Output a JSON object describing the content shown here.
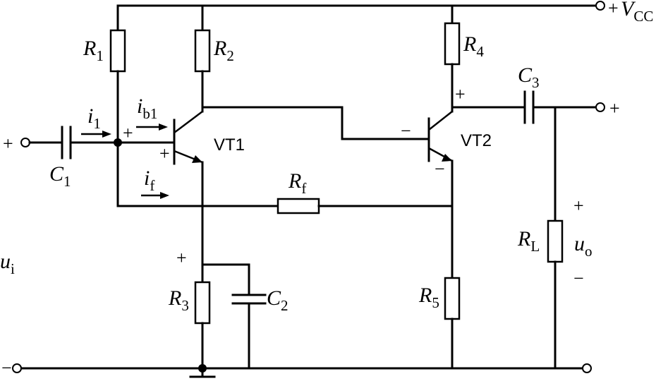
{
  "supply": {
    "sign": "+",
    "symbol": "V",
    "subscript": "CC"
  },
  "resistors": {
    "r1": {
      "symbol": "R",
      "subscript": "1"
    },
    "r2": {
      "symbol": "R",
      "subscript": "2"
    },
    "r3": {
      "symbol": "R",
      "subscript": "3"
    },
    "r4": {
      "symbol": "R",
      "subscript": "4"
    },
    "r5": {
      "symbol": "R",
      "subscript": "5"
    },
    "rf": {
      "symbol": "R",
      "subscript": "f"
    },
    "rl": {
      "symbol": "R",
      "subscript": "L"
    }
  },
  "capacitors": {
    "c1": {
      "symbol": "C",
      "subscript": "1"
    },
    "c2": {
      "symbol": "C",
      "subscript": "2"
    },
    "c3": {
      "symbol": "C",
      "subscript": "3"
    }
  },
  "transistors": {
    "vt1": "VT1",
    "vt2": "VT2"
  },
  "currents": {
    "i1": {
      "symbol": "i",
      "subscript": "1"
    },
    "ib1": {
      "symbol": "i",
      "subscript": "b1"
    },
    "if": {
      "symbol": "i",
      "subscript": "f"
    }
  },
  "input": {
    "plus": "+",
    "minus": "−",
    "symbol": "u",
    "subscript": "i"
  },
  "output": {
    "plus": "+",
    "minus": "−",
    "symbol": "u",
    "subscript": "o",
    "terminal_plus": "+"
  },
  "polarity": {
    "vt1_base": "+",
    "vt1_emitter": "+",
    "vt1_collector_vt2_base": "−",
    "vt2_collector": "+",
    "vt2_emitter": "−",
    "c2_top": "+"
  }
}
